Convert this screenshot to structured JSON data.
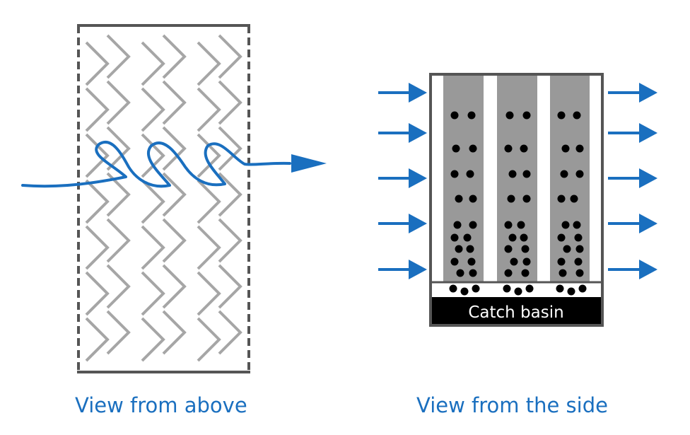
{
  "captions": {
    "above": "View from above",
    "side": "View from the side"
  },
  "side_view": {
    "basin_label": "Catch basin"
  },
  "colors": {
    "flow": "#1a6fbf",
    "frame": "#555555",
    "vane": "#a6a6a6",
    "column": "#999999",
    "particle": "#000000",
    "caption_text": "#1a6fbf",
    "basin_fill": "#000000",
    "basin_text": "#ffffff"
  },
  "icons": {
    "arrow": "arrow-right-icon"
  }
}
